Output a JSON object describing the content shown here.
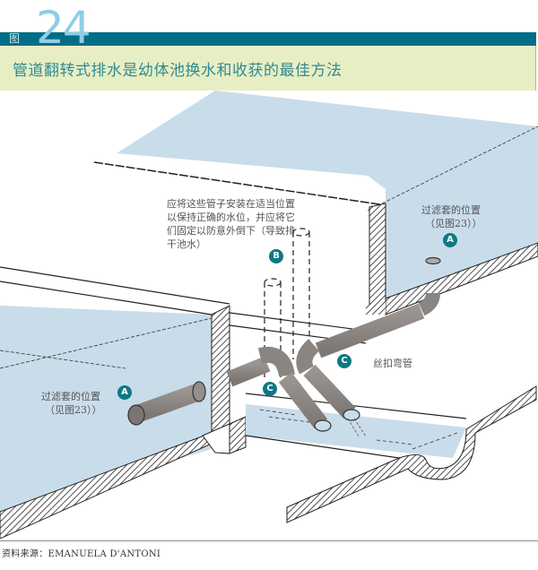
{
  "figure": {
    "prefix": "图",
    "number": "24",
    "title": "管道翻转式排水是幼体池换水和收获的最佳方法"
  },
  "annotations": {
    "pipe_note": [
      "应将这些管子安装在适当位置",
      "以保持正确的水位，并应将它",
      "们固定以防意外倒下（导致排",
      "干池水）"
    ],
    "filter_right": [
      "过滤套的位置",
      "（见图23））"
    ],
    "filter_left": [
      "过滤套的位置",
      "（见图23））"
    ],
    "elbow_label": "丝扣弯管"
  },
  "badges": {
    "a_right": "A",
    "a_left": "A",
    "b": "B",
    "c_right": "C",
    "c_left": "C"
  },
  "footer": {
    "source": "资料来源：EMANUELA D'ANTONI"
  },
  "colors": {
    "header_bar": "#006e86",
    "title_band": "#e8eec3",
    "title_text": "#2f8a93",
    "water": "#c9dcea",
    "pipe": "#8a8581",
    "badge": "#0d7886"
  }
}
